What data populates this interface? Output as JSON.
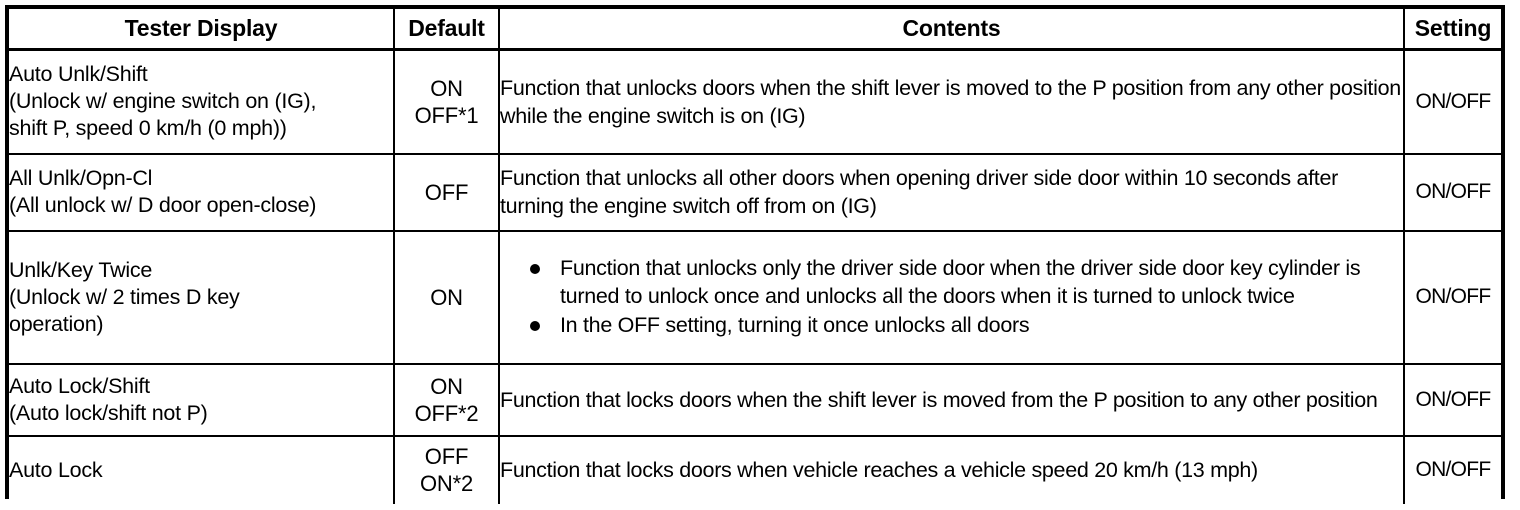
{
  "table": {
    "columns": [
      {
        "key": "display",
        "label": "Tester Display"
      },
      {
        "key": "default",
        "label": "Default"
      },
      {
        "key": "contents",
        "label": "Contents"
      },
      {
        "key": "setting",
        "label": "Setting"
      }
    ],
    "rows": [
      {
        "display_lines": [
          "Auto Unlk/Shift",
          "(Unlock w/ engine switch on (IG),",
          "shift P, speed 0 km/h (0 mph))"
        ],
        "default_lines": [
          "ON",
          "OFF*1"
        ],
        "contents_text": "Function that unlocks doors when the shift lever is moved to the P position from any other position while the engine switch is on (IG)",
        "setting": "ON/OFF"
      },
      {
        "display_lines": [
          "All Unlk/Opn-Cl",
          "(All unlock w/ D door open-close)"
        ],
        "default_lines": [
          "OFF"
        ],
        "contents_text": "Function that unlocks all other doors when opening driver side door within 10 seconds after turning the engine switch off from on (IG)",
        "setting": "ON/OFF"
      },
      {
        "display_lines": [
          "Unlk/Key Twice",
          "(Unlock w/ 2 times D key",
          "operation)"
        ],
        "default_lines": [
          "ON"
        ],
        "contents_bullets": [
          "Function that unlocks only the driver side door when the driver side door key cylinder is turned to unlock once and unlocks all the doors when it is turned to unlock twice",
          "In the OFF setting, turning it once unlocks all doors"
        ],
        "setting": "ON/OFF"
      },
      {
        "display_lines": [
          "Auto Lock/Shift",
          "(Auto lock/shift not P)"
        ],
        "default_lines": [
          "ON",
          "OFF*2"
        ],
        "contents_text": "Function that locks doors when the shift lever is moved from the P position to any other position",
        "setting": "ON/OFF"
      },
      {
        "display_lines": [
          "Auto Lock"
        ],
        "default_lines": [
          "OFF",
          "ON*2"
        ],
        "contents_text": "Function that locks doors when vehicle reaches a vehicle speed 20 km/h (13 mph)",
        "setting": "ON/OFF"
      }
    ]
  },
  "colors": {
    "border": "#000000",
    "text": "#000000",
    "background": "#ffffff"
  }
}
